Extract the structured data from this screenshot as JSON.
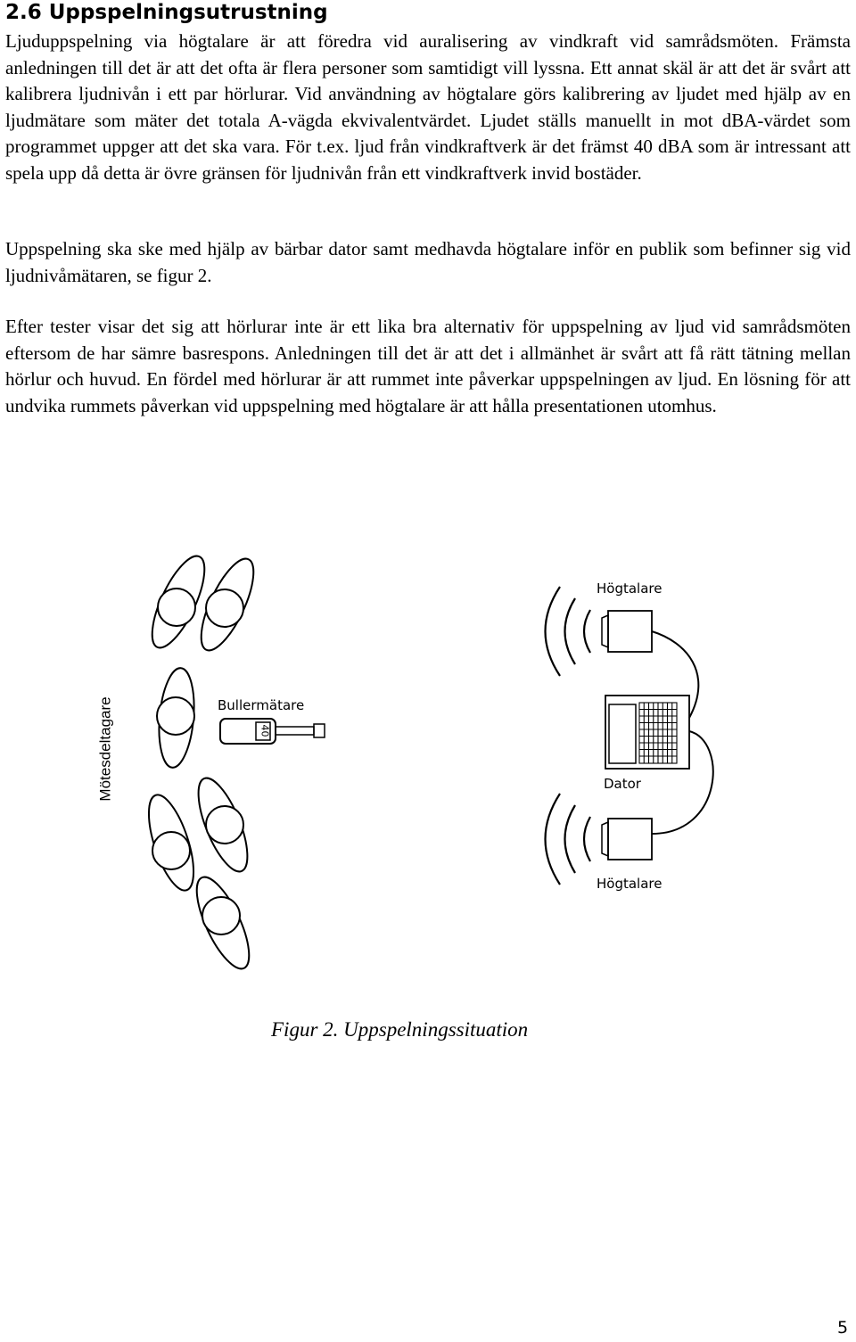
{
  "section": {
    "heading": "2.6 Uppspelningsutrustning"
  },
  "paragraphs": [
    "Ljuduppspelning via högtalare är att föredra vid auralisering av vindkraft vid samrådsmöten. Främsta anledningen till det är att det ofta är flera personer som samtidigt vill lyssna. Ett annat skäl är att det är svårt att kalibrera ljudnivån i ett par hörlurar. Vid användning av högtalare görs kalibrering av ljudet med hjälp av en ljudmätare som mäter det totala A-vägda ekvivalentvärdet. Ljudet ställs manuellt in mot dBA-värdet som programmet uppger att det ska vara. För t.ex. ljud från vindkraftverk är det främst 40 dBA som är intressant att spela upp då detta är övre gränsen för ljudnivån från ett vindkraftverk invid bostäder.",
    "Uppspelning ska ske med hjälp av bärbar dator samt medhavda högtalare inför en publik som befinner sig vid ljudnivåmätaren, se figur 2.",
    "Efter tester visar det sig att hörlurar inte är ett lika bra alternativ för uppspelning av ljud vid samrådsmöten eftersom de har sämre basrespons. Anledningen till det är att det i allmänhet är svårt att få rätt tätning mellan hörlur och huvud. En fördel med hörlurar är att rummet inte påverkar uppspelningen av ljud. En lösning för att undvika rummets påverkan vid uppspelning med högtalare är att hålla presentationen utomhus."
  ],
  "figure": {
    "label_speaker_top": "Högtalare",
    "label_speaker_bottom": "Högtalare",
    "label_computer": "Dator",
    "label_meter": "Bullermätare",
    "meter_display": "40",
    "label_participants": "Mötesdeltagare",
    "caption": "Figur 2. Uppspelningssituation"
  },
  "page_number": "5"
}
